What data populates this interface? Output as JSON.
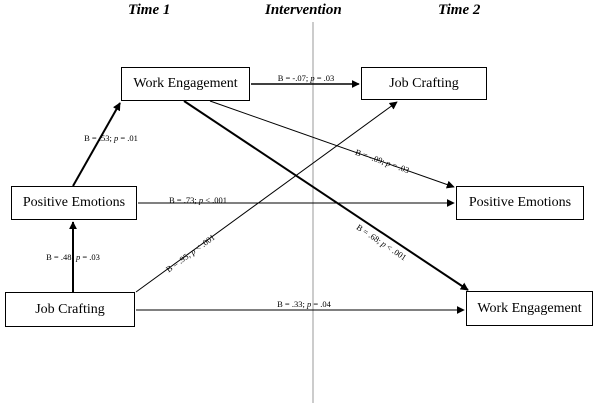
{
  "headers": {
    "time1": "Time 1",
    "intervention": "Intervention",
    "time2": "Time 2"
  },
  "nodes": {
    "t1_work_engagement": "Work Engagement",
    "t1_positive_emotions": "Positive Emotions",
    "t1_job_crafting": "Job Crafting",
    "t2_job_crafting": "Job Crafting",
    "t2_positive_emotions": "Positive Emotions",
    "t2_work_engagement": "Work Engagement"
  },
  "paths": [
    {
      "from": "t1_job_crafting",
      "to": "t1_positive_emotions",
      "B": ".48",
      "p": "= .03"
    },
    {
      "from": "t1_positive_emotions",
      "to": "t1_work_engagement",
      "B": ".53",
      "p": "= .01"
    },
    {
      "from": "t1_work_engagement",
      "to": "t2_job_crafting",
      "B": "-.07",
      "p": "= .03"
    },
    {
      "from": "t1_positive_emotions",
      "to": "t2_positive_emotions",
      "B": ".73",
      "p": "< .001"
    },
    {
      "from": "t1_job_crafting",
      "to": "t2_work_engagement",
      "B": ".33",
      "p": "= .04"
    },
    {
      "from": "t1_work_engagement",
      "to": "t2_positive_emotions",
      "B": "-.09",
      "p": "= .03"
    },
    {
      "from": "t1_job_crafting",
      "to": "t2_job_crafting",
      "B": ".95",
      "p": "< .001"
    },
    {
      "from": "t1_work_engagement",
      "to": "t2_work_engagement",
      "B": ".68",
      "p": "< .001"
    }
  ]
}
